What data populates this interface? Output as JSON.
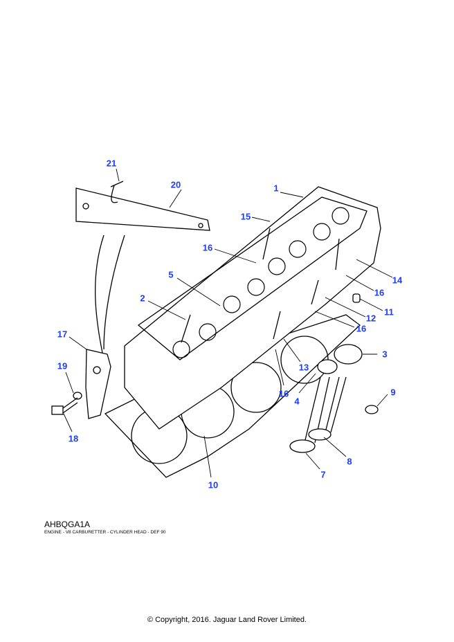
{
  "diagram_code": "AHBQGA1A",
  "description": "ENGINE - V8 CARBURETTER - CYLINDER HEAD - DEF 90",
  "copyright": "© Copyright, 2016. Jaguar Land Rover Limited.",
  "callout_color": "#1a3cff",
  "callouts": [
    "21",
    "20",
    "1",
    "15",
    "16",
    "5",
    "2",
    "17",
    "19",
    "18",
    "14",
    "16",
    "11",
    "12",
    "16",
    "3",
    "13",
    "16",
    "4",
    "9",
    "8",
    "7",
    "10"
  ]
}
